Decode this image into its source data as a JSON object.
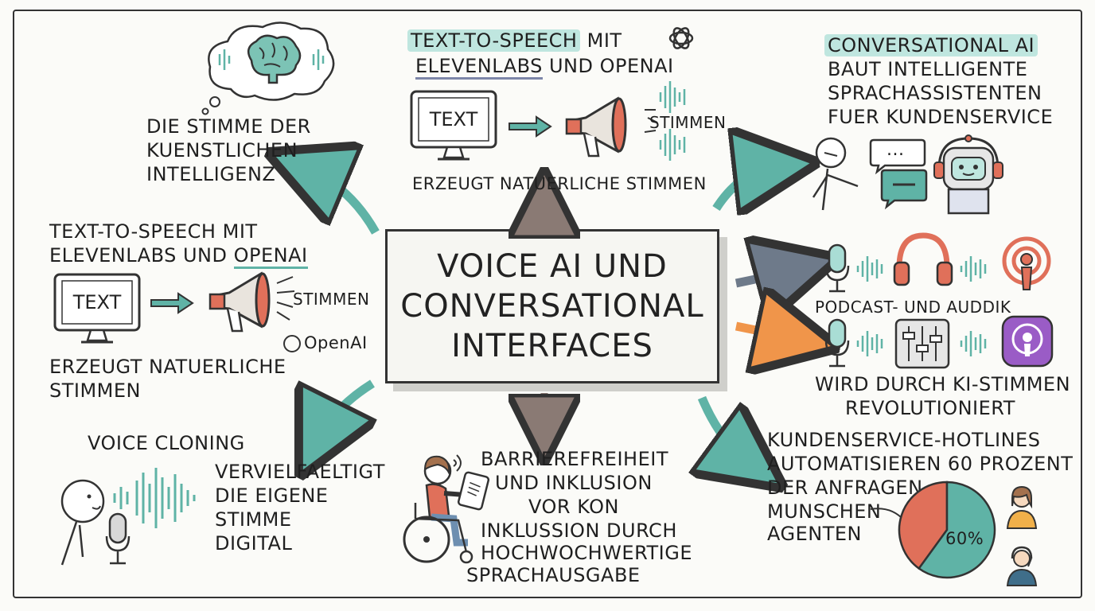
{
  "center": {
    "title": "VOICE AI UND\nCONVERSATIONAL\nINTERFACES"
  },
  "brain_note": {
    "line1": "DIE STIMME DER",
    "line2": "KUENSTLICHEN",
    "line3": "INTELLIGENZ"
  },
  "tts_top": {
    "title_hl": "TEXT-TO-SPEECH",
    "title_rest": " MIT",
    "line2_ul": "ELEVENLABS",
    "line2_rest": " UND OPENAI",
    "monitor_label": "TEXT",
    "voices_label": "STIMMEN",
    "caption": "ERZEUGT NATUERLICHE STIMMEN"
  },
  "tts_left": {
    "line1": "TEXT-TO-SPEECH MIT",
    "line2_a": "ELEVENLABS UND ",
    "line2_ul": "OPENAI",
    "monitor_label": "TEXT",
    "voices_label": "STIMMEN",
    "brand": "OpenAI",
    "caption1": "ERZEUGT NATUERLICHE",
    "caption2": "STIMMEN"
  },
  "conversational": {
    "title": "CONVERSATIONAL AI",
    "line2": "BAUT INTELLIGENTE",
    "line3": "SPRACHASSISTENTEN",
    "line4": "FUER KUNDENSERVICE",
    "bubble": "..."
  },
  "podcast": {
    "label": "PODCAST- UND AUDDIK",
    "line1": "WIRD DURCH KI-STIMMEN",
    "line2": "REVOLUTIONIERT"
  },
  "cloning": {
    "title": "VOICE CLONING",
    "line1": "VERVIELFAELTIGT",
    "line2": "DIE EIGENE",
    "line3": "STIMME",
    "line4": "DIGITAL"
  },
  "accessibility": {
    "line1": "BARRIEREFREIHEIT",
    "line2": "UND INKLUSION",
    "line3": "VOR KON",
    "line4": "INKLUSSION DURCH",
    "line5": "HOCHWOCHWERTIGE",
    "line6": "SPRACHAUSGABE"
  },
  "hotline": {
    "line1": "KUNDENSERVICE-HOTLINES",
    "line2": "AUTOMATISIEREN 60 PROZENT",
    "line3": "DER ANFRAGEN",
    "line4": "MUNSCHEN",
    "line5": "AGENTEN",
    "pie_label": "60%",
    "pie_share": 0.6
  },
  "colors": {
    "teal": "#5fb3a6",
    "coral": "#e0705a",
    "orange": "#f0954a",
    "purple": "#9a5cc6",
    "slate": "#6e7a8a"
  }
}
